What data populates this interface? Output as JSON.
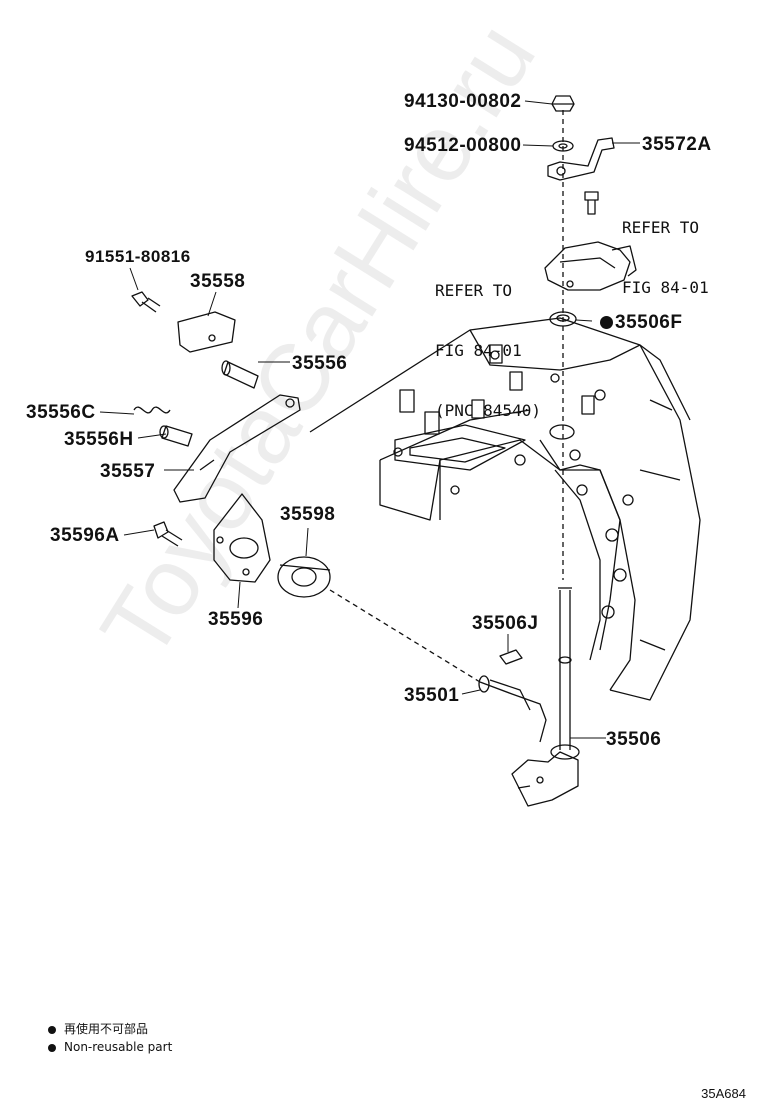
{
  "parts": {
    "p94130": "94130-00802",
    "p94512": "94512-00800",
    "p35572A": "35572A",
    "p91551": "91551-80816",
    "p35558": "35558",
    "p35556": "35556",
    "p35556C": "35556C",
    "p35556H": "35556H",
    "p35557": "35557",
    "p35596A": "35596A",
    "p35598": "35598",
    "p35596": "35596",
    "p35506F": "35506F",
    "p35506J": "35506J",
    "p35501": "35501",
    "p35506": "35506"
  },
  "refs": {
    "ref1_line1": "REFER TO",
    "ref1_line2": "FIG 84-01",
    "ref2_line1": "REFER TO",
    "ref2_line2": "FIG 84-01",
    "ref2_line3": "(PNC 84540)"
  },
  "legend": {
    "line_jp": "再使用不可部品",
    "line_en": "Non-reusable part"
  },
  "figure_code": "35A684",
  "watermark": "ToyotaCarHire.ru"
}
